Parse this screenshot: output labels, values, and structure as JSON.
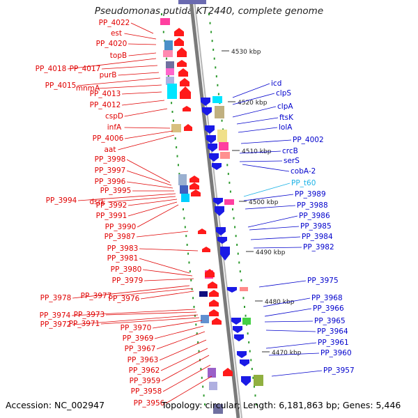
{
  "title": "Pseudomonas putida KT2440, complete genome",
  "footer": {
    "accession": "Accession: NC_002947",
    "summary": "Topology: circular; Length: 6,181,863 bp; Genes: 5,446"
  },
  "colors": {
    "left_label": "#e00000",
    "right_label": "#0000cc",
    "highlight_label": "#1ab2e6",
    "backbone": "#8a8a8a",
    "tick": "#2d9a2d",
    "forward_gene": "#ff1a1a",
    "reverse_gene": "#1a1ae6"
  },
  "scale_labels": [
    "4530 kbp",
    "4520 kbp",
    "4510 kbp",
    "4500 kbp",
    "4490 kbp",
    "4480 kbp",
    "4470 kbp"
  ],
  "left_labels": [
    "PP_4022",
    "est",
    "PP_4020",
    "topB",
    "PP_4018",
    "PP_4017",
    "purB",
    "PP_4015",
    "mnmA",
    "PP_4013",
    "PP_4012",
    "cspD",
    "infA",
    "PP_4006",
    "aat",
    "PP_3998",
    "PP_3997",
    "PP_3996",
    "PP_3995",
    "PP_3994",
    "dsrE",
    "PP_3992",
    "PP_3991",
    "PP_3990",
    "PP_3987",
    "PP_3983",
    "PP_3981",
    "PP_3980",
    "PP_3979",
    "PP_3978",
    "PP_3977",
    "PP_3976",
    "PP_3974",
    "PP_3973",
    "PP_3972",
    "PP_3971",
    "PP_3970",
    "PP_3969",
    "PP_3967",
    "PP_3963",
    "PP_3962",
    "PP_3959",
    "PP_3958",
    "PP_3956"
  ],
  "right_labels": [
    "icd",
    "clpS",
    "clpA",
    "ftsK",
    "lolA",
    "PP_4002",
    "crcB",
    "serS",
    "cobA-2",
    "PP_t60",
    "PP_3989",
    "PP_3988",
    "PP_3986",
    "PP_3985",
    "PP_3984",
    "PP_3982",
    "PP_3975",
    "PP_3968",
    "PP_3966",
    "PP_3965",
    "PP_3964",
    "PP_3961",
    "PP_3960",
    "PP_3957"
  ]
}
